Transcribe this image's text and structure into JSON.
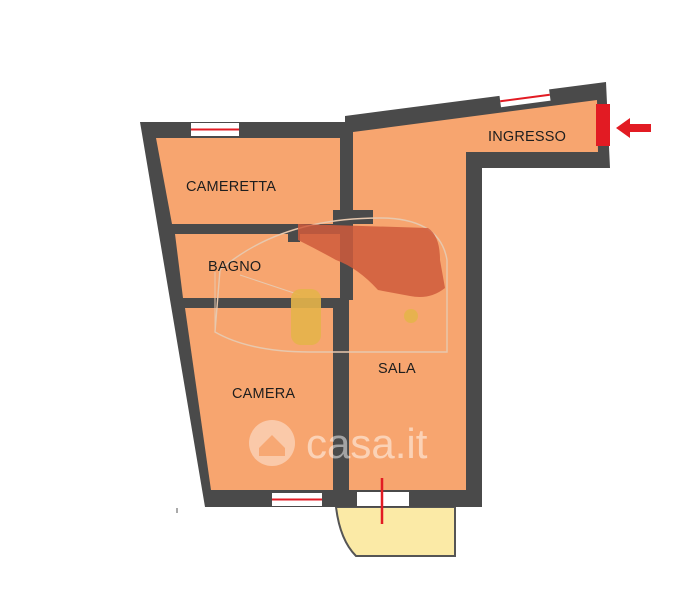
{
  "rooms": {
    "ingresso": "INGRESSO",
    "cameretta": "CAMERETTA",
    "bagno": "BAGNO",
    "camera": "CAMERA",
    "sala": "SALA"
  },
  "watermark": {
    "brand": "casa.it"
  },
  "colors": {
    "room_fill": "#f7a56f",
    "wall": "#4a4a4a",
    "balcony": "#fbeaa6",
    "entrance_marker": "#e21b23",
    "furniture_dark": "#cf5a3c",
    "furniture_yellow": "#e4b44a"
  }
}
